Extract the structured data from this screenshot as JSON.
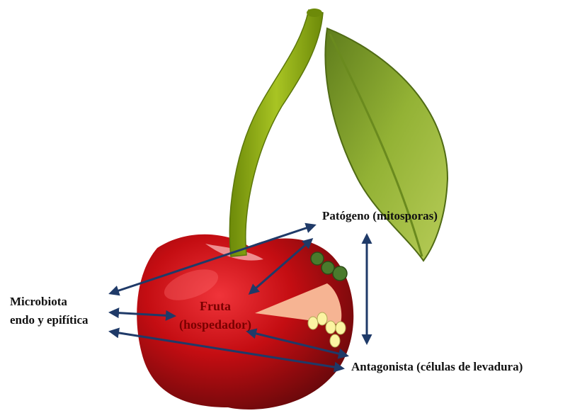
{
  "labels": {
    "pathogen": "Patógeno (mitosporas)",
    "microbiota_line1": "Microbiota",
    "microbiota_line2": "endo y epifítica",
    "fruit_line1": "Fruta",
    "fruit_line2": "(hospedador)",
    "antagonist": "Antagonista (células de levadura)"
  },
  "colors": {
    "cherry": "#c40d12",
    "cherry_dark": "#6e0a0c",
    "stem": "#8fae0e",
    "leaf": "#8eab2b",
    "arrow": "#1f3a68",
    "spores": "#4a7a2c",
    "yeast": "#fbf4a2",
    "flesh": "#f6b493"
  },
  "icons": {
    "fruit": "cherry-icon",
    "leaf": "leaf-icon"
  }
}
